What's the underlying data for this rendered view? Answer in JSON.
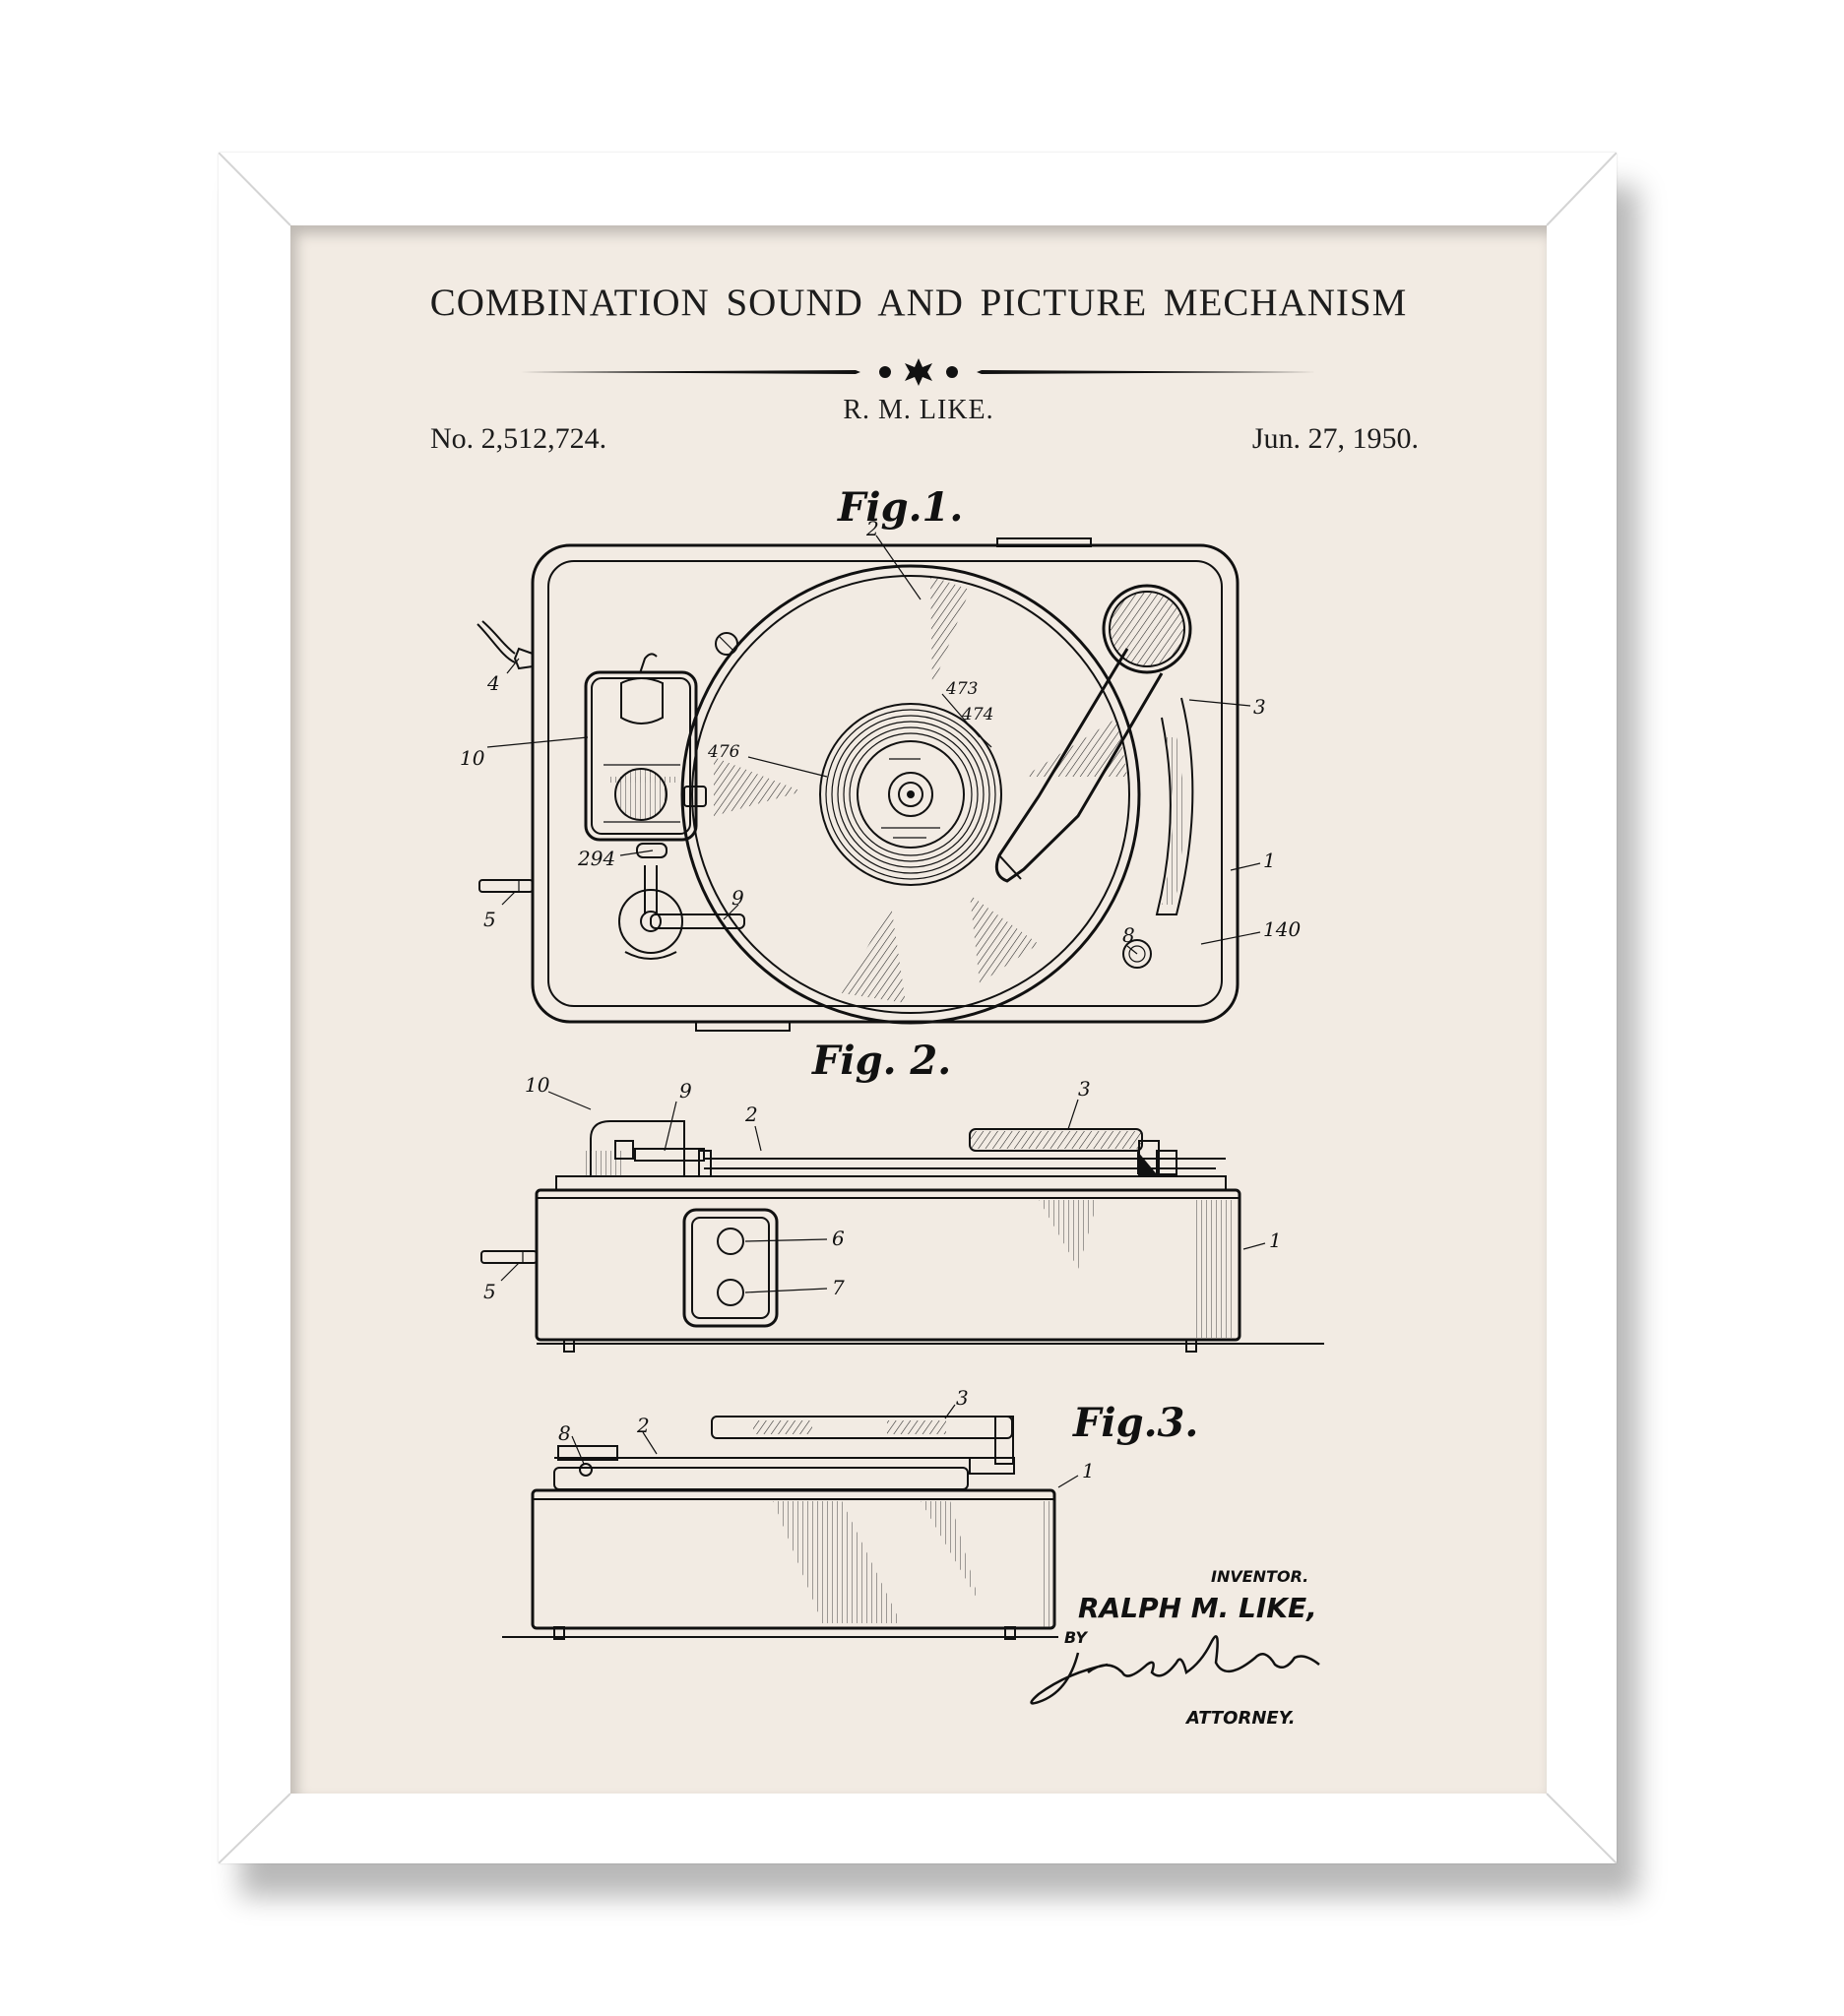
{
  "poster": {
    "title": "COMBINATION SOUND AND PICTURE MECHANISM",
    "inventor_initials": "R. M. LIKE.",
    "patent_number": "No. 2,512,724.",
    "date": "Jun. 27, 1950."
  },
  "figures": {
    "fig1_label": "Fig.1.",
    "fig2_label": "Fig. 2.",
    "fig3_label": "Fig.3."
  },
  "fig1_refs": {
    "r2": "2",
    "r3": "3",
    "r4": "4",
    "r10": "10",
    "r473": "473",
    "r474": "474",
    "r476": "476",
    "r294": "294",
    "r9": "9",
    "r5": "5",
    "r1": "1",
    "r8": "8",
    "r140": "140"
  },
  "fig2_refs": {
    "r10": "10",
    "r9": "9",
    "r2": "2",
    "r3": "3",
    "r6": "6",
    "r7": "7",
    "r1": "1",
    "r5": "5"
  },
  "fig3_refs": {
    "r3": "3",
    "r8": "8",
    "r2": "2",
    "r1": "1"
  },
  "signature_block": {
    "inventor_heading": "INVENTOR.",
    "inventor_name": "RALPH M. LIKE,",
    "by": "BY",
    "attorney": "ATTORNEY."
  },
  "colors": {
    "paper": "#f2ebe3",
    "ink": "#111111",
    "frame": "#ffffff"
  }
}
